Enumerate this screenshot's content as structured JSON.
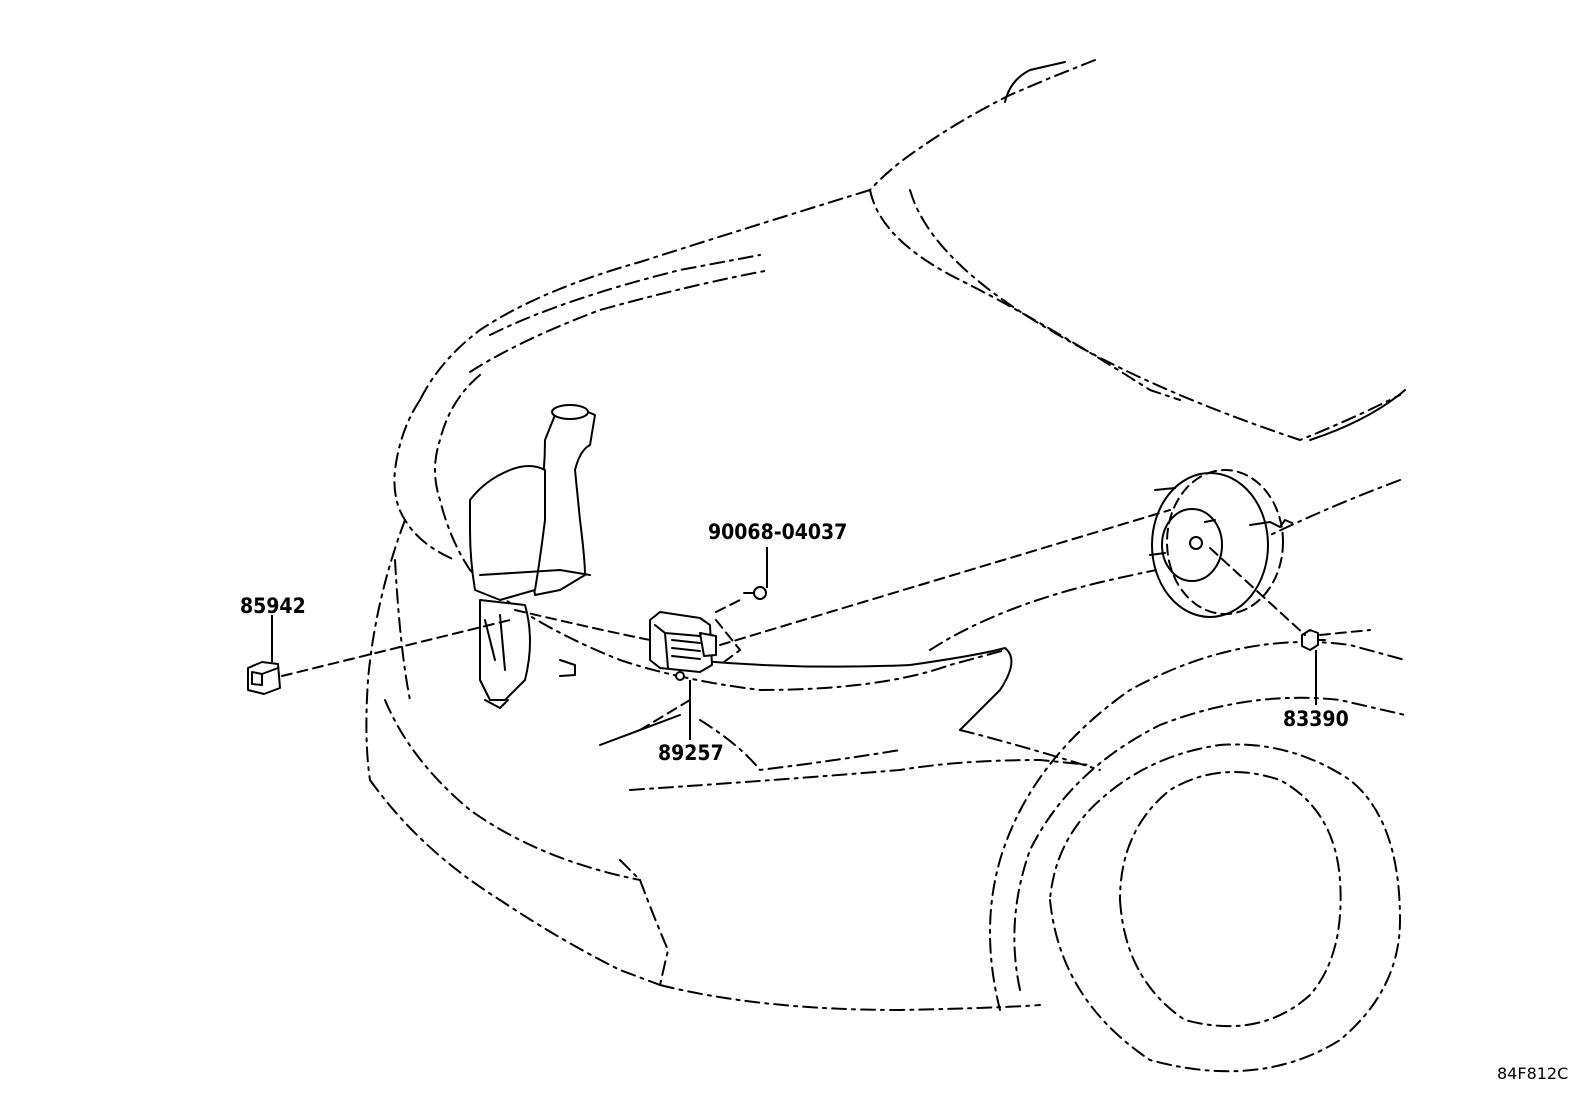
{
  "diagram": {
    "callouts": [
      {
        "id": "85942",
        "label": "85942"
      },
      {
        "id": "90068",
        "label": "90068-04037"
      },
      {
        "id": "89257",
        "label": "89257"
      },
      {
        "id": "83390",
        "label": "83390"
      }
    ],
    "figure_code": "84F812C"
  }
}
